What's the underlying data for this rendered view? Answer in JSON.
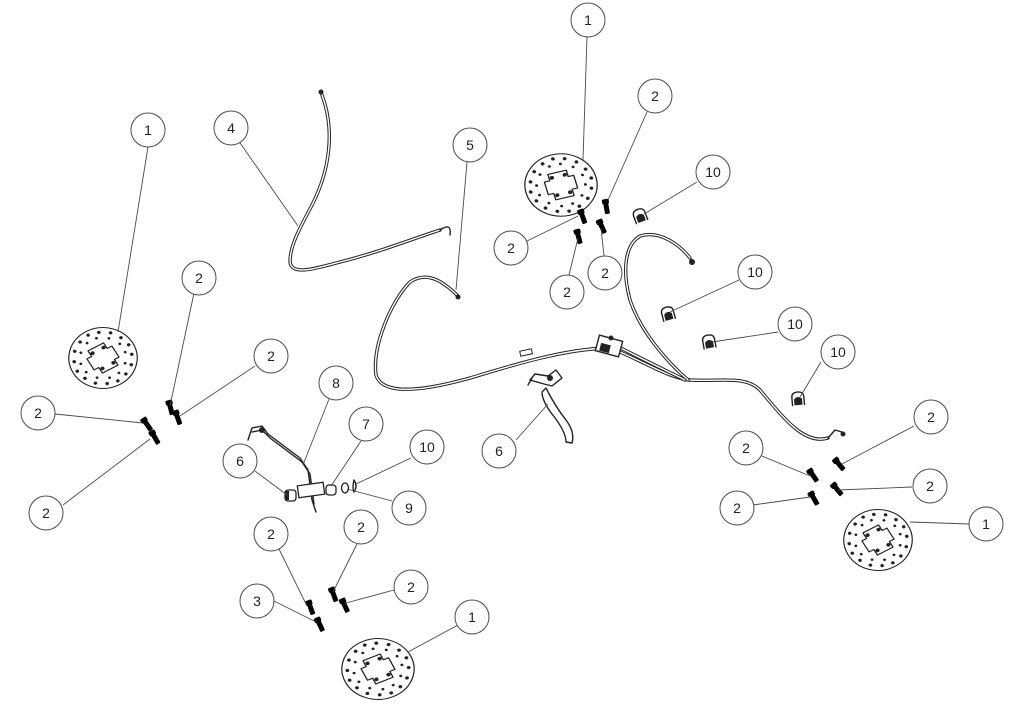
{
  "diagram": {
    "colors": {
      "line": "#222222",
      "leader": "#4a4a4a",
      "background": "#ffffff"
    },
    "callouts": [
      {
        "id": "c-1-top",
        "label": "1"
      },
      {
        "id": "c-1-left",
        "label": "1"
      },
      {
        "id": "c-1-right",
        "label": "1"
      },
      {
        "id": "c-1-bottom",
        "label": "1"
      },
      {
        "id": "c-2-a",
        "label": "2"
      },
      {
        "id": "c-2-b",
        "label": "2"
      },
      {
        "id": "c-2-c",
        "label": "2"
      },
      {
        "id": "c-2-d",
        "label": "2"
      },
      {
        "id": "c-2-e",
        "label": "2"
      },
      {
        "id": "c-2-f",
        "label": "2"
      },
      {
        "id": "c-2-g",
        "label": "2"
      },
      {
        "id": "c-2-h",
        "label": "2"
      },
      {
        "id": "c-2-i",
        "label": "2"
      },
      {
        "id": "c-2-j",
        "label": "2"
      },
      {
        "id": "c-2-k",
        "label": "2"
      },
      {
        "id": "c-2-l",
        "label": "2"
      },
      {
        "id": "c-2-m",
        "label": "2"
      },
      {
        "id": "c-2-n",
        "label": "2"
      },
      {
        "id": "c-2-o",
        "label": "2"
      },
      {
        "id": "c-3",
        "label": "3"
      },
      {
        "id": "c-4",
        "label": "4"
      },
      {
        "id": "c-5",
        "label": "5"
      },
      {
        "id": "c-6-a",
        "label": "6"
      },
      {
        "id": "c-6-b",
        "label": "6"
      },
      {
        "id": "c-7",
        "label": "7"
      },
      {
        "id": "c-8",
        "label": "8"
      },
      {
        "id": "c-9",
        "label": "9"
      },
      {
        "id": "c-10-a",
        "label": "10"
      },
      {
        "id": "c-10-b",
        "label": "10"
      },
      {
        "id": "c-10-c",
        "label": "10"
      },
      {
        "id": "c-10-d",
        "label": "10"
      }
    ]
  }
}
